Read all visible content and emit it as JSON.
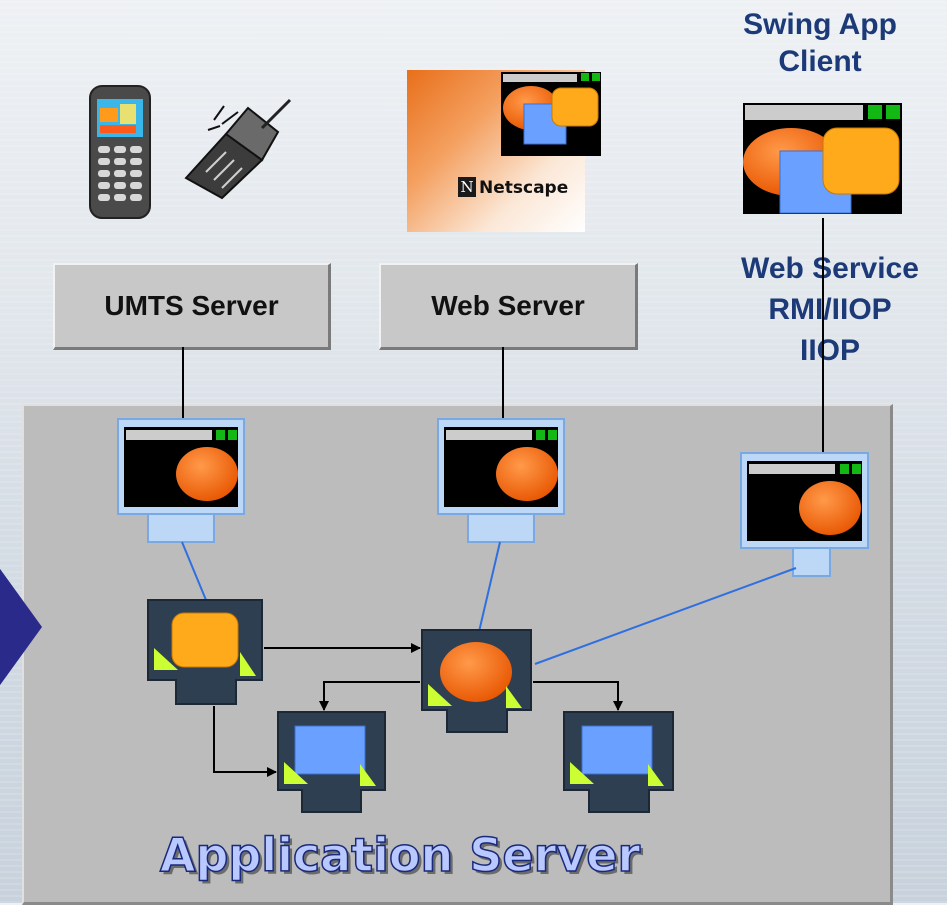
{
  "labels": {
    "swing_app_client": [
      "Swing App",
      "Client"
    ],
    "web_service": [
      "Web Service",
      "RMI/IIOP",
      "IIOP"
    ],
    "umts_server": "UMTS Server",
    "web_server": "Web Server",
    "netscape": "Netscape",
    "netscape_letter": "N",
    "application_server": "Application Server"
  },
  "colors": {
    "orange": "#ff6a00",
    "yellow_orange": "#ffaa1a",
    "blue_rect": "#6aa0ff",
    "monitor_frame": "#bcd8f6",
    "component_body": "#2e3f52",
    "triangle": "#ccff33",
    "connector_blue": "#2f6fe0",
    "title_bar_green": "#14b814"
  },
  "icons": [
    "mobile-phone-icon",
    "flip-phone-icon",
    "netscape-browser-icon",
    "swing-client-window-icon",
    "monitor-icon",
    "component-icon"
  ]
}
